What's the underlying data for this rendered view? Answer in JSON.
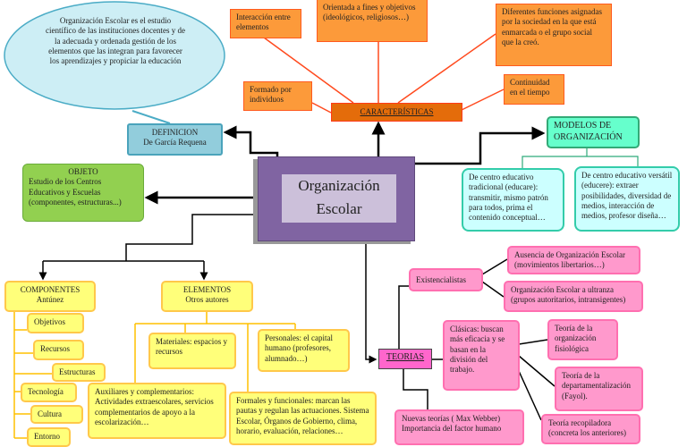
{
  "colors": {
    "central": "#8064a2",
    "central_inner": "#ccc0da",
    "caracteristicas": "#e46c0a",
    "definicion": "#92cddc",
    "objeto": "#92d050",
    "modelos": "#66ffcc",
    "componentes": "#ffff66",
    "teorias": "#ff66cc",
    "theory_items": "#ff99cc"
  },
  "central": {
    "title_line1": "Organización",
    "title_line2": "Escolar"
  },
  "definition_bubble": "Organización Escolar es el estudio científico de las instituciones docentes y de la adecuada y ordenada gestión de los elementos que las integran para favorecer los aprendizajes y propiciar la educación",
  "definicion": {
    "title": "DEFINICION",
    "subtitle": "De García Requena"
  },
  "objeto": {
    "title": "OBJETO",
    "text": "Estudio de los Centros Educativos y Escuelas (componentes, estructuras...)"
  },
  "caracteristicas": {
    "title": "CARACTERÍSTICAS",
    "items": [
      "Interacción entre elementos",
      "Orientada a fines y objetivos (ideológicos, religiosos…)",
      "Diferentes funciones asignadas por la sociedad en la que está enmarcada o el grupo social que la creó.",
      "Formado por individuos",
      "Continuidad en el tiempo"
    ]
  },
  "modelos": {
    "title": "MODELOS DE ORGANIZACIÓN",
    "items": [
      "De centro educativo tradicional (educare): transmitir, mismo patrón para todos, prima el contenido conceptual…",
      "De centro educativo versátil (educere): extraer posibilidades, diversidad de medios, interacción de medios, profesor diseña…"
    ]
  },
  "componentes": {
    "title": "COMPONENTES",
    "subtitle": "Antúnez",
    "items": [
      "Objetivos",
      "Recursos",
      "Estructuras",
      "Tecnología",
      "Cultura",
      "Entorno"
    ]
  },
  "elementos": {
    "title": "ELEMENTOS",
    "subtitle": "Otros autores",
    "items": [
      "Materiales: espacios y recursos",
      "Personales: el capital humano (profesores, alumnado…)",
      "Auxiliares y complementarios: Actividades extraescolares, servicios complementarios de apoyo a la escolarización…",
      "Formales y funcionales: marcan las pautas y regulan las actuaciones. Sistema Escolar, Órganos de Gobierno, clima, horario, evaluación, relaciones…"
    ]
  },
  "teorias": {
    "title": "TEORIAS",
    "existencialistas": "Existencialistas",
    "existencialistas_items": [
      "Ausencia de Organización Escolar (movimientos libertarios…)",
      "Organización Escolar a ultranza (grupos autoritarios, intransigentes)"
    ],
    "clasicas": "Clásicas: buscan más eficacia y se basan en la división del trabajo.",
    "clasicas_items": [
      "Teoría de la organización fisiológica",
      "Teoría de la departamentalización (Fayol).",
      "Teoría recopiladora (concreta los anteriores)"
    ],
    "nuevas": "Nuevas teorías ( Max Webber) Importancia del factor humano"
  }
}
